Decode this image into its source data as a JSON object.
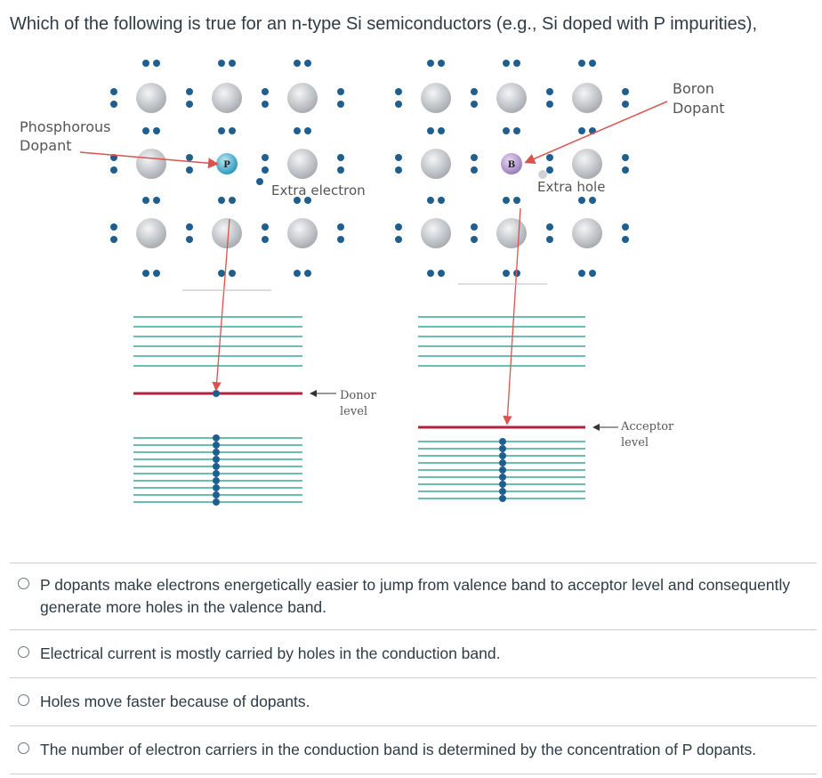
{
  "question": {
    "text": "Which of the following is true for an n-type Si semiconductors (e.g., Si doped with P impurities),"
  },
  "figure": {
    "left_labels": {
      "dopant_line1": "Phosphorous",
      "dopant_line2": "Dopant",
      "atom": "P",
      "extra": "Extra electron",
      "level_line1": "Donor",
      "level_line2": "level"
    },
    "right_labels": {
      "dopant_line1": "Boron",
      "dopant_line2": "Dopant",
      "atom": "B",
      "extra": "Extra hole",
      "level_line1": "Acceptor",
      "level_line2": "level"
    },
    "colors": {
      "si_atom": "#b9bcc0",
      "electron": "#1f5f8f",
      "p_atom": "#3aa7c9",
      "b_atom": "#a98bc6",
      "band_line": "#3aa89a",
      "dopant_level": "#b0233f",
      "arrow": "#d9534f"
    }
  },
  "answers": [
    {
      "text": "P dopants make electrons energetically easier to jump from valence band to acceptor level and consequently generate more holes in the valence band."
    },
    {
      "text": "Electrical current is mostly carried by holes in the conduction band."
    },
    {
      "text": "Holes move faster because of dopants."
    },
    {
      "text": "The number of electron carriers in the conduction band is determined by the concentration of P dopants."
    }
  ]
}
